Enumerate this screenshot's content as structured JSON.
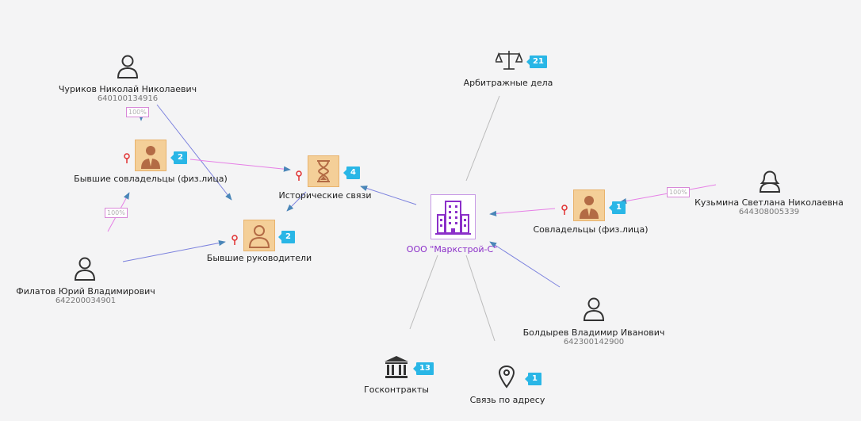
{
  "company": {
    "name": "ООО \"Маркстрой-С\""
  },
  "categories": {
    "arbitrage": {
      "label": "Арбитражные дела",
      "count": "21"
    },
    "cofounders": {
      "label": "Совладельцы (физ.лица)",
      "count": "1"
    },
    "historical": {
      "label": "Исторические связи",
      "count": "4"
    },
    "former_cofounders": {
      "label": "Бывшие совладельцы (физ.лица)",
      "count": "2"
    },
    "former_heads": {
      "label": "Бывшие руководители",
      "count": "2"
    },
    "contracts": {
      "label": "Госконтракты",
      "count": "13"
    },
    "address": {
      "label": "Связь по адресу",
      "count": "1"
    }
  },
  "persons": {
    "churikov": {
      "name": "Чуриков Николай Николаевич",
      "inn": "640100134916"
    },
    "filatov": {
      "name": "Филатов Юрий Владимирович",
      "inn": "642200034901"
    },
    "kuzmina": {
      "name": "Кузьмина Светлана Николаевна",
      "inn": "644308005339"
    },
    "boldyrev": {
      "name": "Болдырев Владимир Иванович",
      "inn": "642300142900"
    }
  },
  "shares": {
    "churikov": "100%",
    "filatov": "100%",
    "kuzmina": "100%"
  },
  "colors": {
    "accent_purple": "#8b2fc9",
    "badge_blue": "#29b6e6",
    "edge_pink": "#e67fe6",
    "edge_blue": "#6e74d6",
    "edge_grey": "#b8b8b8",
    "tile": "#f4cf98"
  }
}
